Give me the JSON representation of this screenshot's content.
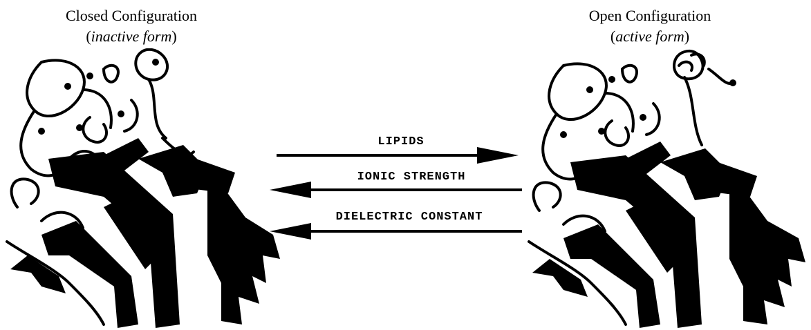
{
  "left": {
    "title": "Closed Configuration",
    "subtitle_open": "(",
    "subtitle_italic": "inactive form",
    "subtitle_close": ")"
  },
  "right": {
    "title": "Open Configuration",
    "subtitle_open": "(",
    "subtitle_italic": "active form",
    "subtitle_close": ")"
  },
  "arrows": [
    {
      "label": "LIPIDS",
      "direction": "right"
    },
    {
      "label": "IONIC STRENGTH",
      "direction": "left"
    },
    {
      "label": "DIELECTRIC CONSTANT",
      "direction": "left"
    }
  ],
  "colors": {
    "ink": "#000000",
    "background": "#ffffff"
  }
}
